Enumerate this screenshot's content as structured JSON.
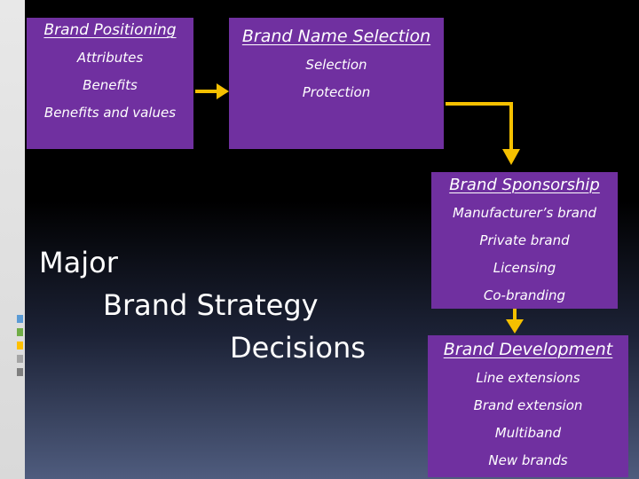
{
  "diagram": {
    "title_lines": [
      "Major",
      "Brand Strategy",
      "Decisions"
    ],
    "boxes": {
      "positioning": {
        "title": "Brand Positioning",
        "items": [
          "Attributes",
          "Benefits",
          "Benefits and values"
        ]
      },
      "name_selection": {
        "title": "Brand Name Selection",
        "items": [
          "Selection",
          "Protection"
        ]
      },
      "sponsorship": {
        "title": "Brand Sponsorship",
        "items": [
          "Manufacturer’s brand",
          "Private brand",
          "Licensing",
          "Co-branding"
        ]
      },
      "development": {
        "title": "Brand Development",
        "items": [
          "Line extensions",
          "Brand extension",
          "Multiband",
          "New brands"
        ]
      }
    },
    "colors": {
      "box_fill": "#7030a0",
      "arrow": "#f5c000",
      "text": "#ffffff"
    }
  }
}
